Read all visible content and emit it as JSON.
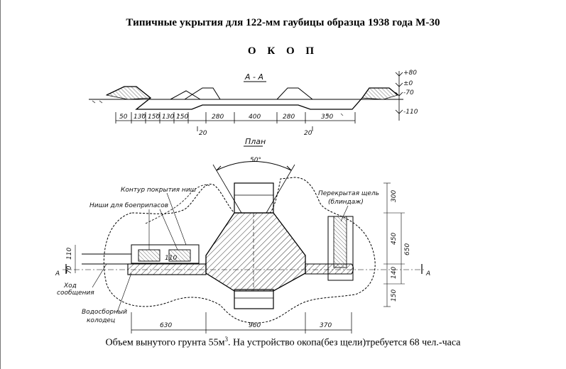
{
  "title": "Типичные укрытия для 122-мм гаубицы образца 1938 года М-30",
  "heading": "О К О П",
  "caption": {
    "text": "Объем вынутого грунта 55м",
    "superscript": "3",
    "text_after": ". На устройство окопа(без щели)требуется 68 чел.-часа"
  },
  "section": {
    "label": "A - A",
    "elevations": [
      "+80",
      "±0",
      "-70",
      "-110"
    ],
    "dimensions": [
      "50",
      "130",
      "150",
      "130",
      "150",
      "280",
      "400",
      "280",
      "350"
    ],
    "under_dims": [
      "20",
      "20"
    ]
  },
  "plan": {
    "label": "План",
    "angle": "50°",
    "contour_label": "Контур покрытия ниш",
    "niches_label": "Ниши для боеприпасов",
    "slit_label_1": "Перекрытая щель",
    "slit_label_2": "(блиндаж)",
    "passage_label_1": "Ход",
    "passage_label_2": "сообщения",
    "well_label_1": "Водосборный",
    "well_label_2": "колодец",
    "section_mark": "A",
    "niche_dim": "110",
    "right_dims": [
      "300",
      "450",
      "650",
      "140",
      "150"
    ],
    "left_dims": [
      "110",
      "70"
    ],
    "bottom_dims": [
      "630",
      "960",
      "370"
    ]
  }
}
